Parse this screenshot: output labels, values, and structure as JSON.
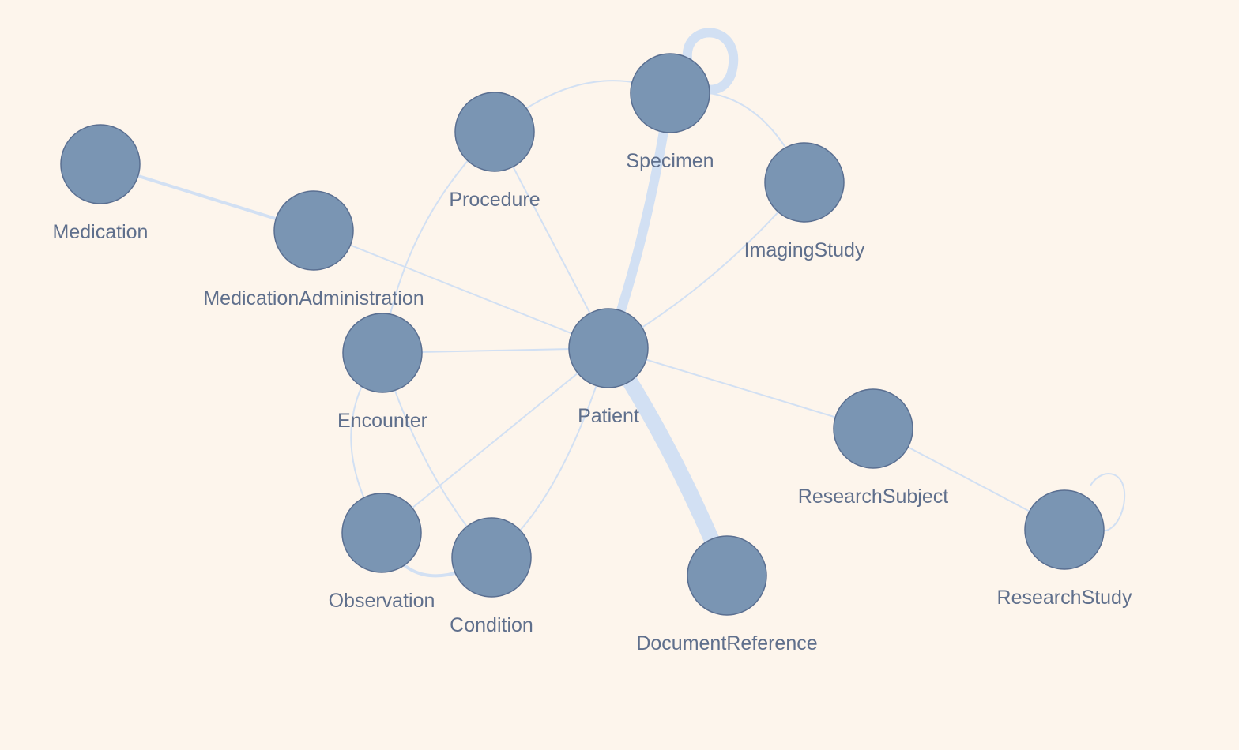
{
  "colors": {
    "background": "#fdf5ec",
    "node_fill": "#7a95b3",
    "node_stroke": "#5a6f91",
    "edge": "#d2e0f3",
    "label": "#5f6f8c"
  },
  "nodes": [
    {
      "id": "medication",
      "label": "Medication"
    },
    {
      "id": "medication-administration",
      "label": "MedicationAdministration"
    },
    {
      "id": "procedure",
      "label": "Procedure"
    },
    {
      "id": "specimen",
      "label": "Specimen"
    },
    {
      "id": "imaging-study",
      "label": "ImagingStudy"
    },
    {
      "id": "encounter",
      "label": "Encounter"
    },
    {
      "id": "patient",
      "label": "Patient"
    },
    {
      "id": "research-subject",
      "label": "ResearchSubject"
    },
    {
      "id": "research-study",
      "label": "ResearchStudy"
    },
    {
      "id": "observation",
      "label": "Observation"
    },
    {
      "id": "condition",
      "label": "Condition"
    },
    {
      "id": "document-reference",
      "label": "DocumentReference"
    }
  ],
  "edges": [
    {
      "source": "medication",
      "target": "medication-administration",
      "weight": "medium"
    },
    {
      "source": "medication-administration",
      "target": "patient",
      "weight": "thin"
    },
    {
      "source": "procedure",
      "target": "specimen",
      "weight": "thin"
    },
    {
      "source": "procedure",
      "target": "patient",
      "weight": "thin"
    },
    {
      "source": "procedure",
      "target": "encounter",
      "weight": "thin"
    },
    {
      "source": "specimen",
      "target": "specimen",
      "weight": "thick"
    },
    {
      "source": "specimen",
      "target": "patient",
      "weight": "thick"
    },
    {
      "source": "specimen",
      "target": "imaging-study",
      "weight": "thin"
    },
    {
      "source": "imaging-study",
      "target": "patient",
      "weight": "thin"
    },
    {
      "source": "encounter",
      "target": "patient",
      "weight": "thin"
    },
    {
      "source": "encounter",
      "target": "observation",
      "weight": "thin"
    },
    {
      "source": "encounter",
      "target": "condition",
      "weight": "thin"
    },
    {
      "source": "patient",
      "target": "observation",
      "weight": "thin"
    },
    {
      "source": "patient",
      "target": "condition",
      "weight": "thin"
    },
    {
      "source": "patient",
      "target": "document-reference",
      "weight": "very-thick"
    },
    {
      "source": "patient",
      "target": "research-subject",
      "weight": "thin"
    },
    {
      "source": "research-subject",
      "target": "research-study",
      "weight": "thin"
    },
    {
      "source": "research-study",
      "target": "research-study",
      "weight": "thin"
    },
    {
      "source": "observation",
      "target": "condition",
      "weight": "medium"
    }
  ]
}
